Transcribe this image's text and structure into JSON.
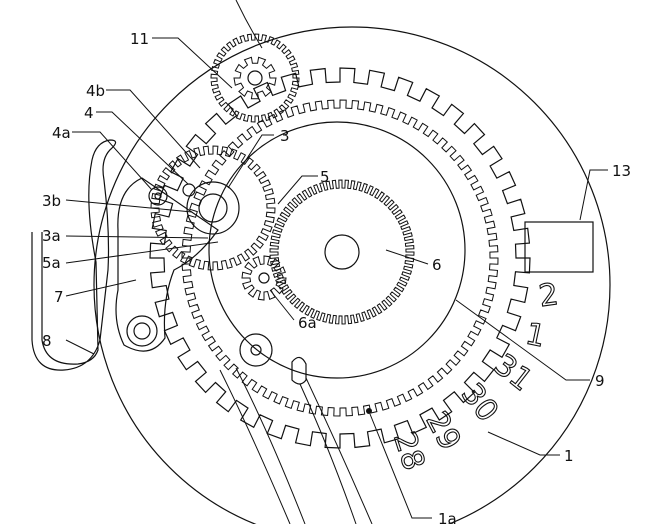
{
  "labels": {
    "l11": "11",
    "l4b": "4b",
    "l4": "4",
    "l4a": "4a",
    "l3": "3",
    "l3b": "3b",
    "l3a": "3a",
    "l5a": "5a",
    "l5": "5",
    "l6": "6",
    "l6a": "6a",
    "l7": "7",
    "l8": "8",
    "l9": "9",
    "l13": "13",
    "l1": "1",
    "l1a": "1a"
  },
  "dates": [
    "2",
    "1",
    "31",
    "30",
    "29",
    "28"
  ]
}
